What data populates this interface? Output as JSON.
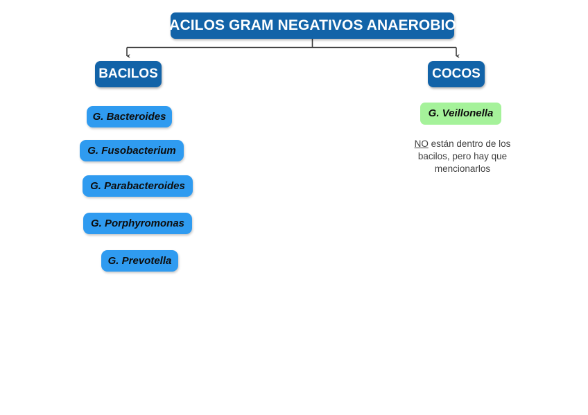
{
  "diagram": {
    "title": "BACILOS GRAM NEGATIVOS ANAEROBIOS",
    "background_color": "#ffffff",
    "colors": {
      "title_box": "#1263a8",
      "category_box": "#1263a8",
      "genus_box": "#2f9bf0",
      "cocci_genus_box": "#a5f29a",
      "connector_line": "#3c3c3c",
      "title_text": "#ffffff",
      "genus_text": "#0d0d0d",
      "note_text": "#3f3f3f"
    },
    "branches": [
      {
        "id": "bacilos",
        "label": "BACILOS",
        "genera": [
          {
            "label": "G. Bacteroides"
          },
          {
            "label": "G. Fusobacterium"
          },
          {
            "label": "G. Parabacteroides"
          },
          {
            "label": "G. Porphyromonas"
          },
          {
            "label": "G. Prevotella"
          }
        ]
      },
      {
        "id": "cocos",
        "label": "COCOS",
        "genera": [
          {
            "label": "G. Veillonella"
          }
        ],
        "note": {
          "emphasis": "NO",
          "rest": " están dentro de los bacilos, pero hay que mencionarlos"
        }
      }
    ]
  }
}
